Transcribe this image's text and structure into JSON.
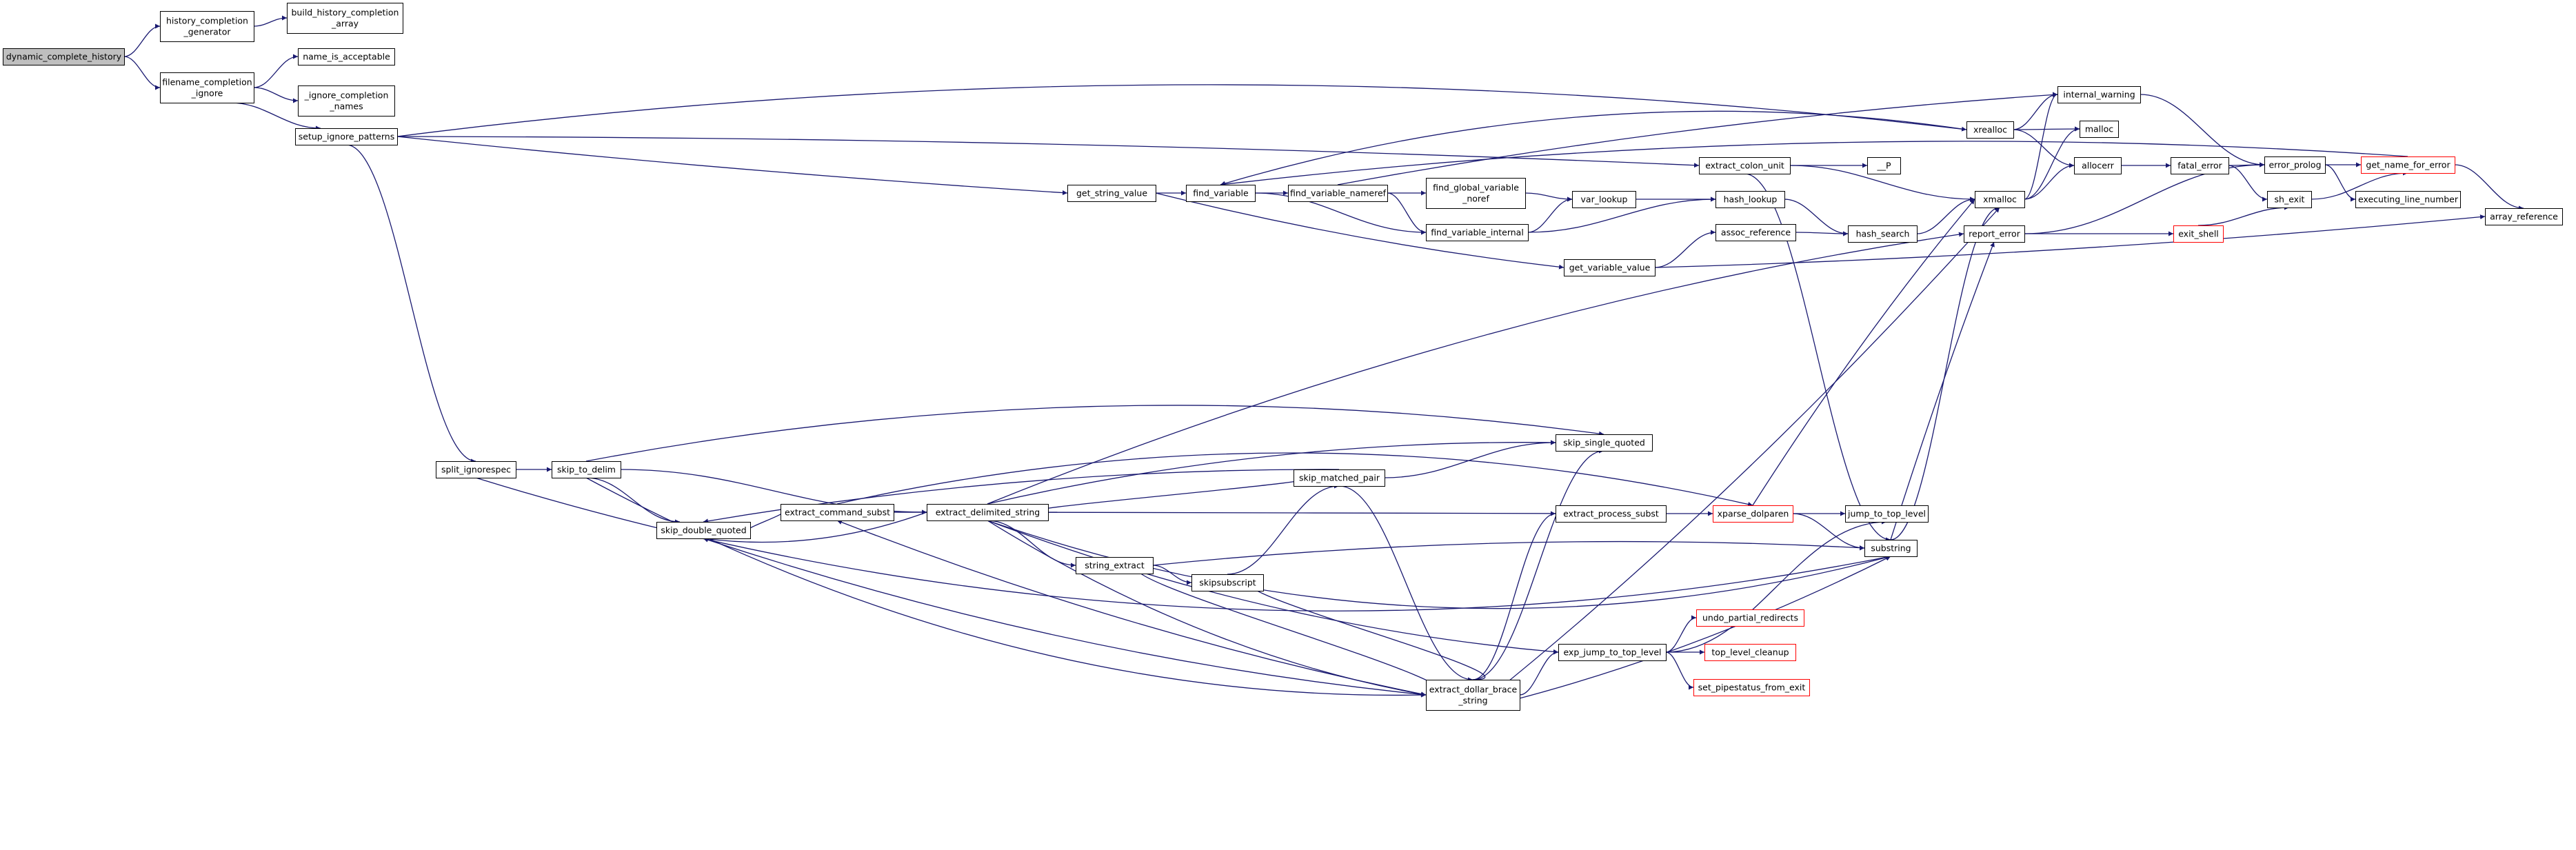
{
  "colors": {
    "edge": "#191970",
    "node_border": "#000000",
    "highlight_border": "#ff0000",
    "root_fill": "#bfbfbf",
    "node_fill": "#ffffff"
  },
  "nodes": {
    "dynamic_complete_history": {
      "lines": [
        "dynamic_complete_history"
      ],
      "root": true
    },
    "history_completion_generator": {
      "lines": [
        "history_completion",
        "_generator"
      ]
    },
    "build_history_completion_array": {
      "lines": [
        "build_history_completion",
        "_array"
      ]
    },
    "filename_completion_ignore": {
      "lines": [
        "filename_completion",
        "_ignore"
      ]
    },
    "name_is_acceptable": {
      "lines": [
        "name_is_acceptable"
      ]
    },
    "_ignore_completion_names": {
      "lines": [
        "_ignore_completion",
        "_names"
      ]
    },
    "setup_ignore_patterns": {
      "lines": [
        "setup_ignore_patterns"
      ]
    },
    "split_ignorespec": {
      "lines": [
        "split_ignorespec"
      ]
    },
    "skip_to_delim": {
      "lines": [
        "skip_to_delim"
      ]
    },
    "skip_double_quoted": {
      "lines": [
        "skip_double_quoted"
      ]
    },
    "extract_command_subst": {
      "lines": [
        "extract_command_subst"
      ]
    },
    "extract_delimited_string": {
      "lines": [
        "extract_delimited_string"
      ]
    },
    "string_extract": {
      "lines": [
        "string_extract"
      ]
    },
    "skipsubscript": {
      "lines": [
        "skipsubscript"
      ]
    },
    "skip_matched_pair": {
      "lines": [
        "skip_matched_pair"
      ]
    },
    "skip_single_quoted": {
      "lines": [
        "skip_single_quoted"
      ]
    },
    "extract_dollar_brace_string": {
      "lines": [
        "extract_dollar_brace",
        "_string"
      ]
    },
    "get_string_value": {
      "lines": [
        "get_string_value"
      ]
    },
    "find_variable": {
      "lines": [
        "find_variable"
      ]
    },
    "find_variable_nameref": {
      "lines": [
        "find_variable_nameref"
      ]
    },
    "find_global_variable_noref": {
      "lines": [
        "find_global_variable",
        "_noref"
      ]
    },
    "find_variable_internal": {
      "lines": [
        "find_variable_internal"
      ]
    },
    "var_lookup": {
      "lines": [
        "var_lookup"
      ]
    },
    "hash_lookup": {
      "lines": [
        "hash_lookup"
      ]
    },
    "hash_search": {
      "lines": [
        "hash_search"
      ]
    },
    "get_variable_value": {
      "lines": [
        "get_variable_value"
      ]
    },
    "assoc_reference": {
      "lines": [
        "assoc_reference"
      ]
    },
    "extract_colon_unit": {
      "lines": [
        "extract_colon_unit"
      ]
    },
    "__P": {
      "lines": [
        "__P"
      ]
    },
    "xrealloc": {
      "lines": [
        "xrealloc"
      ]
    },
    "internal_warning": {
      "lines": [
        "internal_warning"
      ]
    },
    "malloc": {
      "lines": [
        "malloc"
      ]
    },
    "allocerr": {
      "lines": [
        "allocerr"
      ]
    },
    "xmalloc": {
      "lines": [
        "xmalloc"
      ]
    },
    "fatal_error": {
      "lines": [
        "fatal_error"
      ]
    },
    "error_prolog": {
      "lines": [
        "error_prolog"
      ]
    },
    "get_name_for_error": {
      "lines": [
        "get_name_for_error"
      ],
      "highlight": true
    },
    "executing_line_number": {
      "lines": [
        "executing_line_number"
      ]
    },
    "sh_exit": {
      "lines": [
        "sh_exit"
      ]
    },
    "exit_shell": {
      "lines": [
        "exit_shell"
      ],
      "highlight": true
    },
    "array_reference": {
      "lines": [
        "array_reference"
      ]
    },
    "report_error": {
      "lines": [
        "report_error"
      ]
    },
    "extract_process_subst": {
      "lines": [
        "extract_process_subst"
      ]
    },
    "xparse_dolparen": {
      "lines": [
        "xparse_dolparen"
      ],
      "highlight": true
    },
    "jump_to_top_level": {
      "lines": [
        "jump_to_top_level"
      ]
    },
    "substring": {
      "lines": [
        "substring"
      ]
    },
    "exp_jump_to_top_level": {
      "lines": [
        "exp_jump_to_top_level"
      ]
    },
    "undo_partial_redirects": {
      "lines": [
        "undo_partial_redirects"
      ],
      "highlight": true
    },
    "top_level_cleanup": {
      "lines": [
        "top_level_cleanup"
      ],
      "highlight": true
    },
    "set_pipestatus_from_exit": {
      "lines": [
        "set_pipestatus_from_exit"
      ],
      "highlight": true
    }
  }
}
